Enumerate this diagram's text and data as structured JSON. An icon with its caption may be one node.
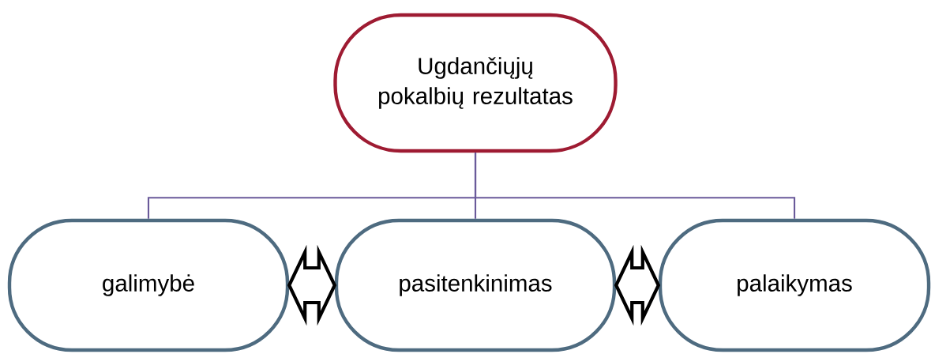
{
  "diagram": {
    "nodes": [
      {
        "text": [
          "Ugdančiųjų pokalbių rezultatas"
        ]
      },
      {
        "text": [
          "galimybė"
        ]
      },
      {
        "text": [
          "pasitenkinimas"
        ]
      },
      {
        "text": [
          "palaikymas"
        ]
      }
    ],
    "edges": [
      {
        "from": 0,
        "to": 1,
        "arrow": "none"
      },
      {
        "from": 0,
        "to": 2,
        "arrow": "none"
      },
      {
        "from": 0,
        "to": 3,
        "arrow": "none"
      },
      {
        "from": 1,
        "to": 2,
        "arrow": "both",
        "style": "thick",
        "color": "#000000"
      },
      {
        "from": 2,
        "to": 3,
        "arrow": "both",
        "style": "thick",
        "color": "#000000"
      }
    ]
  }
}
